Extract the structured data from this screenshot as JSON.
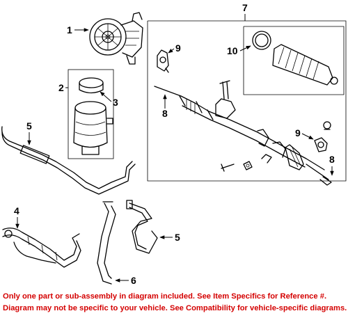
{
  "callouts": {
    "c1": "1",
    "c2": "2",
    "c3": "3",
    "c4": "4",
    "c5a": "5",
    "c5b": "5",
    "c6": "6",
    "c7": "7",
    "c8a": "8",
    "c8b": "8",
    "c9a": "9",
    "c9b": "9",
    "c10": "10"
  },
  "disclaimer": {
    "line1": "Only one part or sub-assembly in diagram included. See Item Specifics for Reference #.",
    "line2": "Diagram may not be specific to your vehicle. See Compatibility for vehicle-specific diagrams."
  },
  "colors": {
    "disclaimer_text": "#d40000",
    "line_art": "#000000",
    "background": "#ffffff"
  }
}
